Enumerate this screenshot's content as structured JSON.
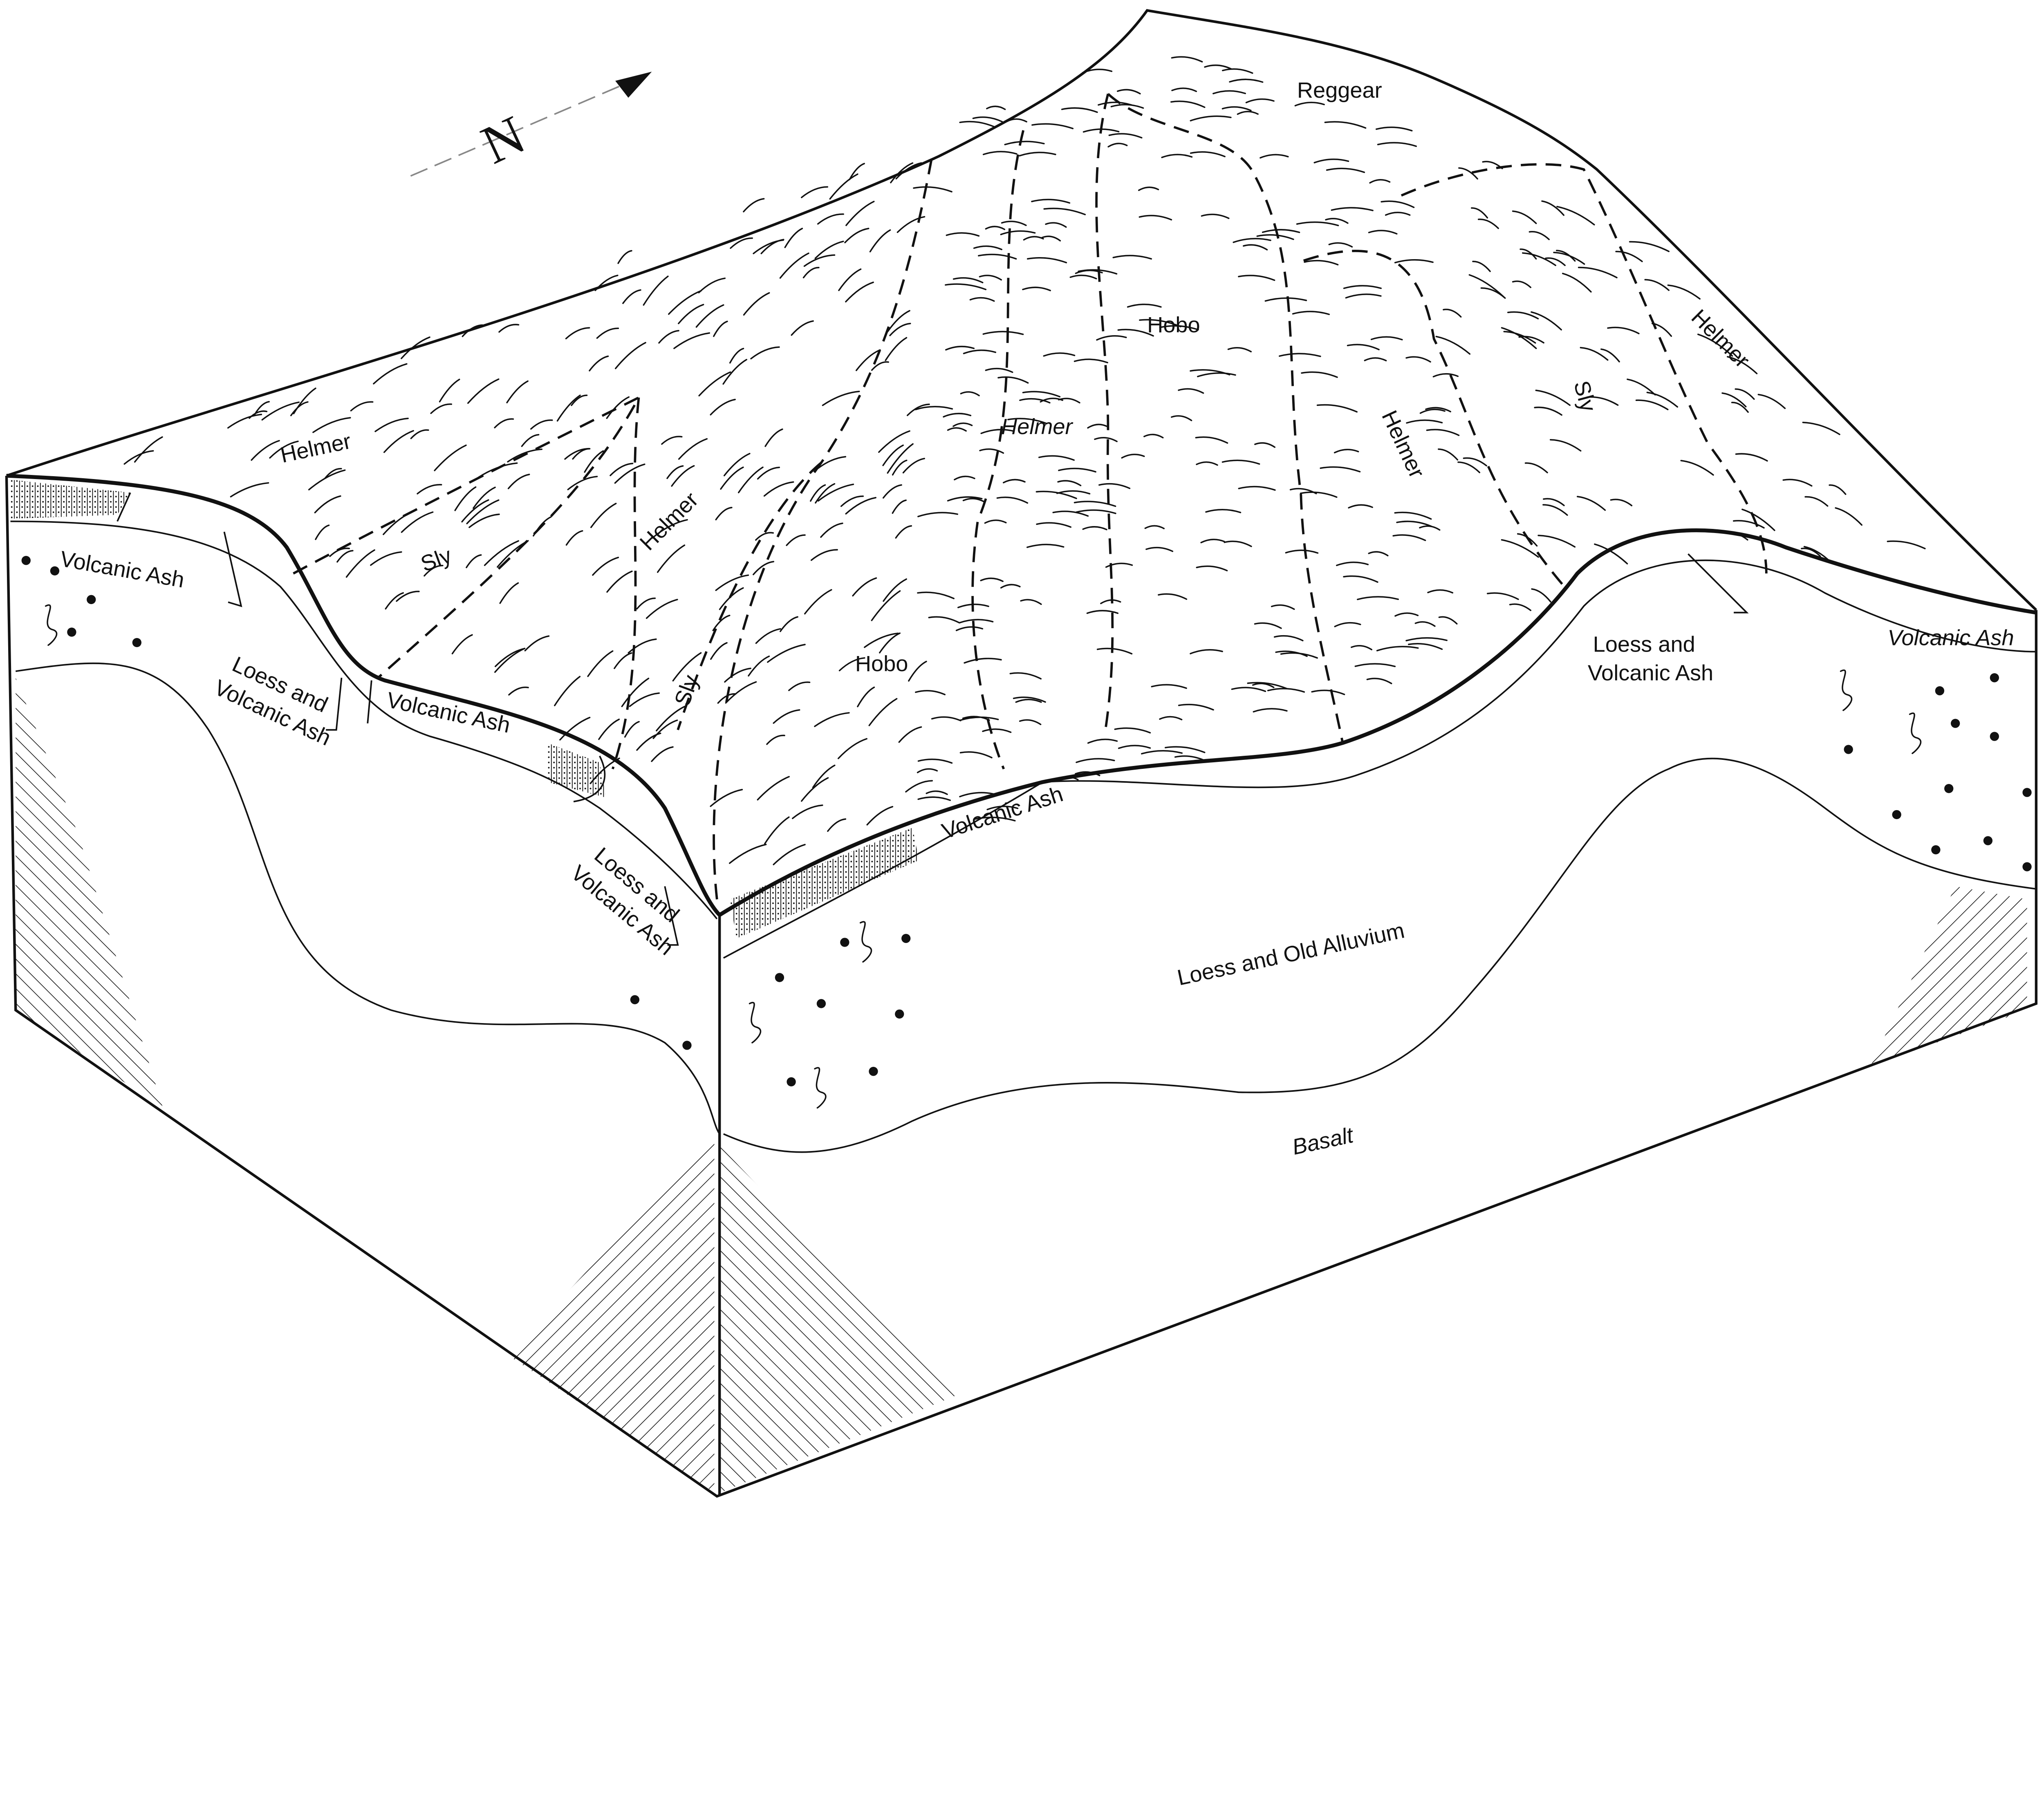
{
  "north_label": "N",
  "surface_labels": {
    "reggear": "Reggear",
    "hobo_upper": "Hobo",
    "hobo_lower": "Hobo",
    "helmer_left": "Helmer",
    "helmer_left_slope": "Helmer",
    "helmer_center": "Helmer",
    "helmer_center_right": "Helmer",
    "helmer_right": "Helmer",
    "sly_left": "Sly",
    "sly_center": "Sly",
    "sly_right": "Sly"
  },
  "section_labels": {
    "volcanic_ash_left": "Volcanic Ash",
    "volcanic_ash_left_lower": "Volcanic Ash",
    "volcanic_ash_front": "Volcanic Ash",
    "volcanic_ash_right": "Volcanic Ash",
    "loess_va_left": [
      "Loess and",
      "Volcanic Ash"
    ],
    "loess_va_center": [
      "Loess and",
      "Volcanic Ash"
    ],
    "loess_va_right": [
      "Loess and",
      "Volcanic Ash"
    ],
    "loess_old_alluvium": "Loess and Old Alluvium",
    "basalt": "Basalt"
  }
}
